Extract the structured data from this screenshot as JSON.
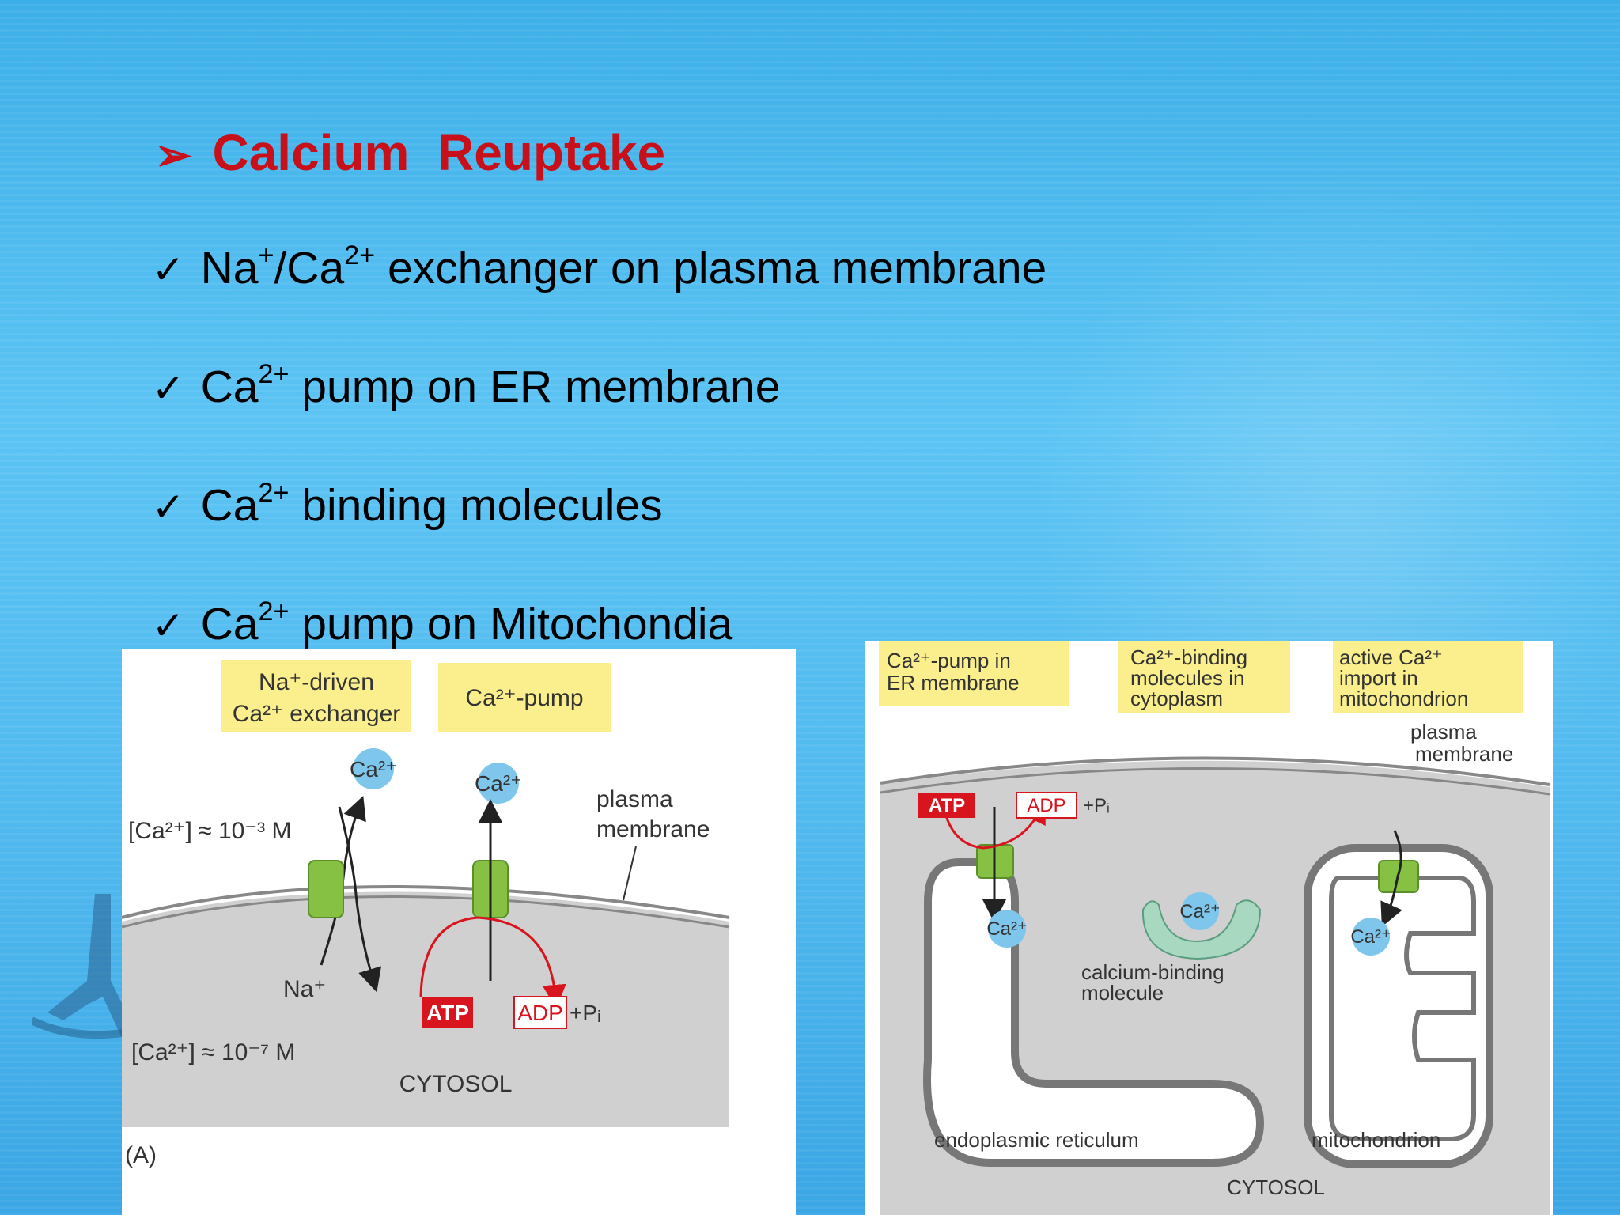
{
  "slide": {
    "title": "Calcium  Reuptake",
    "bullets": [
      {
        "pre": "Na",
        "sup1": "+",
        "mid": "/Ca",
        "sup2": "2+",
        "post": " exchanger on plasma membrane"
      },
      {
        "pre": "Ca",
        "sup1": "2+",
        "post": " pump on ER membrane"
      },
      {
        "pre": "Ca",
        "sup1": "2+",
        "post": " binding molecules"
      },
      {
        "pre": "Ca",
        "sup1": "2+",
        "post": " pump on Mitochondia"
      }
    ]
  },
  "figure_a": {
    "box_exchanger_line1": "Na⁺-driven",
    "box_exchanger_line2": "Ca²⁺ exchanger",
    "box_pump": "Ca²⁺-pump",
    "ca_ion": "Ca²⁺",
    "na_ion": "Na⁺",
    "outside_conc": "[Ca²⁺] ≈ 10⁻³ M",
    "inside_conc": "[Ca²⁺] ≈ 10⁻⁷ M",
    "membrane_label_line1": "plasma",
    "membrane_label_line2": "membrane",
    "atp": "ATP",
    "adp": "ADP",
    "pi": "+Pᵢ",
    "cytosol": "CYTOSOL",
    "panel": "(A)"
  },
  "figure_b": {
    "box1_line1": "Ca²⁺-pump in",
    "box1_line2": "ER membrane",
    "box2_line1": "Ca²⁺-binding",
    "box2_line2": "molecules in",
    "box2_line3": "cytoplasm",
    "box3_line1": "active Ca²⁺",
    "box3_line2": "import in",
    "box3_line3": "mitochondrion",
    "membrane_label_line1": "plasma",
    "membrane_label_line2": "membrane",
    "atp": "ATP",
    "adp": "ADP",
    "pi": "+Pᵢ",
    "ca_ion": "Ca²⁺",
    "binding_line1": "calcium-binding",
    "binding_line2": "molecule",
    "er_label": "endoplasmic reticulum",
    "mito_label": "mitochondrion",
    "cytosol": "CYTOSOL"
  },
  "colors": {
    "title_red": "#c8101a",
    "label_yellow": "#fbee8c",
    "pump_green": "#86c144",
    "ion_blue": "#7ec6ec",
    "cytosol_gray": "#d0d0d0",
    "atp_red": "#d8141e"
  }
}
